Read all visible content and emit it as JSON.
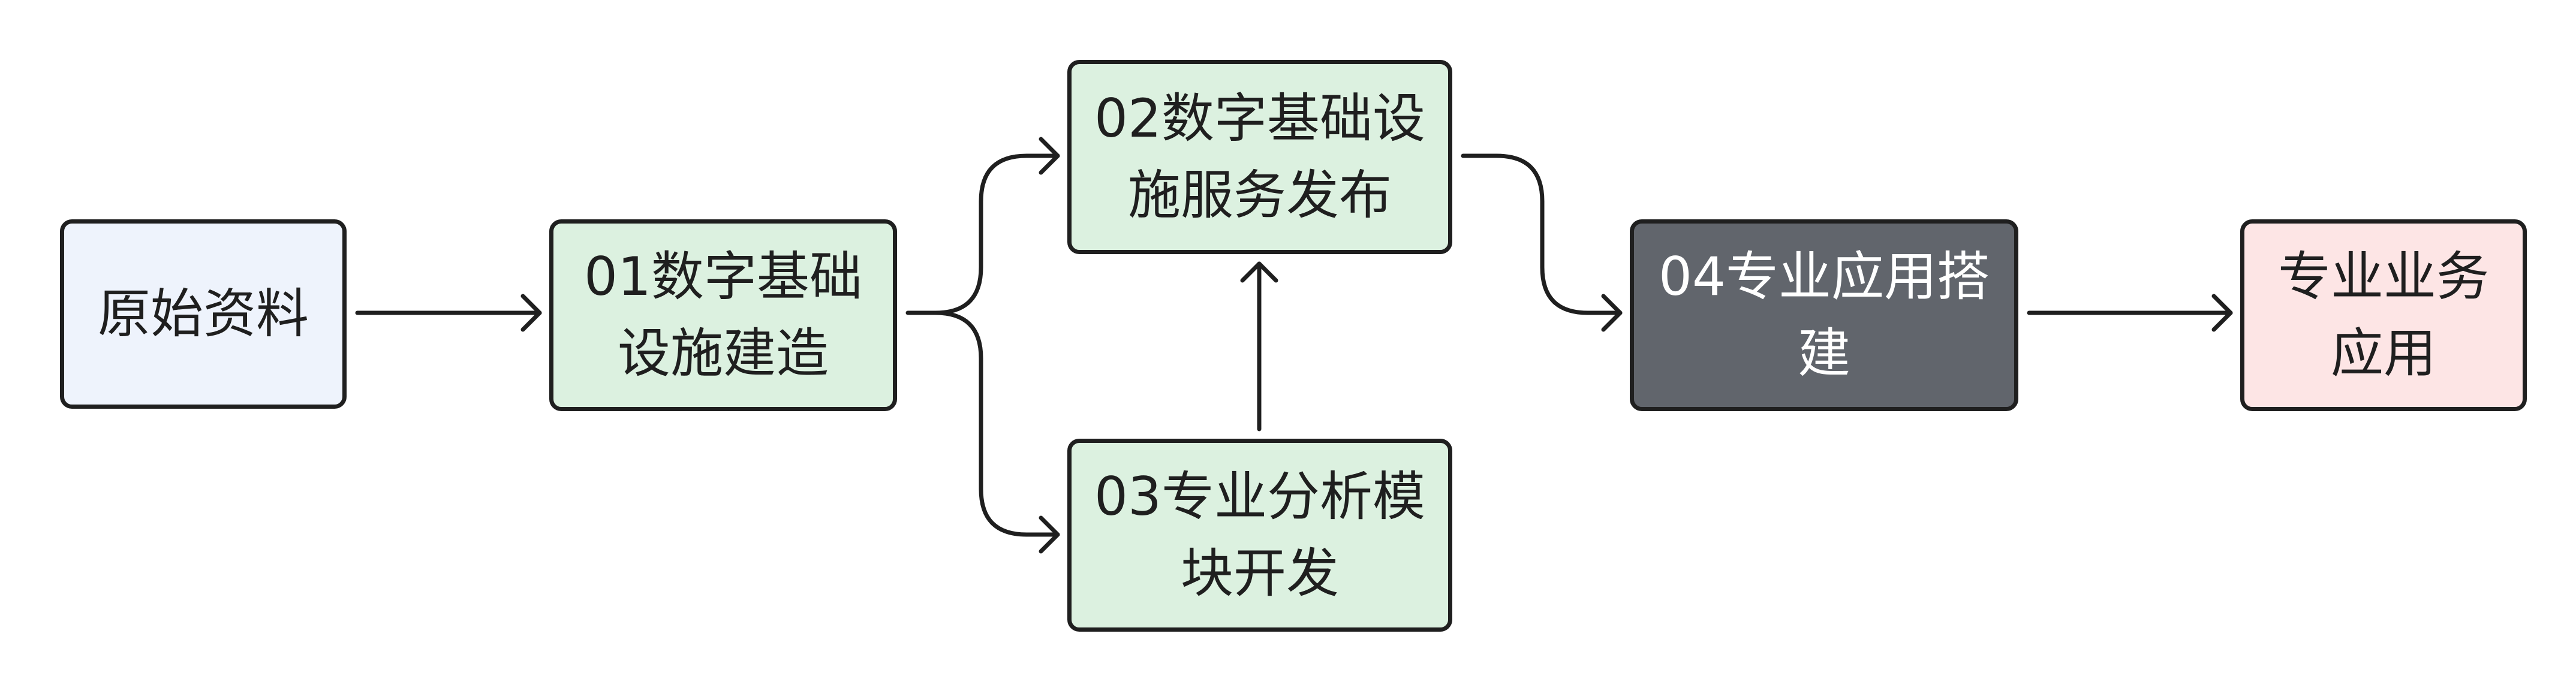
{
  "nodes": {
    "source": "原始资料",
    "step1": "01数字基础设施建造",
    "step2": "02数字基础设施服务发布",
    "step3": "03专业分析模块开发",
    "step4": "04专业应用搭建",
    "target": "专业业务应用"
  },
  "colors": {
    "source_fill": "#eef3fc",
    "step_fill": "#dcf1e0",
    "step4_fill": "#61656c",
    "target_fill": "#fde5e5",
    "line": "#1f1f1f"
  }
}
